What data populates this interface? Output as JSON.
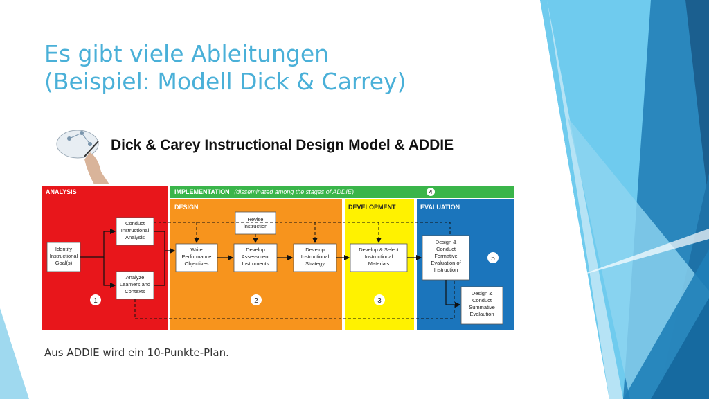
{
  "slide": {
    "title_line1": "Es gibt viele Ableitungen",
    "title_line2": "(Beispiel: Modell Dick & Carrey)",
    "caption": "Aus ADDIE wird ein 10-Punkte-Plan."
  },
  "diagram": {
    "heading": "Dick & Carey Instructional Design Model & ADDIE",
    "stages": {
      "analysis": "ANALYSIS",
      "implementation": "IMPLEMENTATION",
      "implementation_note": "(disseminated among the stages of ADDIE)",
      "design": "DESIGN",
      "development": "DEVELOPMENT",
      "evaluation": "EVALUATION"
    },
    "numbers": {
      "analysis": "1",
      "design": "2",
      "development": "3",
      "implementation": "4",
      "evaluation": "5"
    },
    "boxes": {
      "identify": [
        "Identify",
        "Instructional",
        "Goal(s)"
      ],
      "conduct": [
        "Conduct",
        "Instructional",
        "Analysis"
      ],
      "analyze": [
        "Analyze",
        "Learners and",
        "Contexts"
      ],
      "revise": [
        "Revise",
        "Instruction"
      ],
      "write": [
        "Write",
        "Performance",
        "Objectives"
      ],
      "assessment": [
        "Develop",
        "Assessment",
        "Instruments"
      ],
      "strategy": [
        "Develop",
        "Instructional",
        "Strategy"
      ],
      "materials": [
        "Develop & Select",
        "Instructional",
        "Materials"
      ],
      "formative": [
        "Design &",
        "Conduct",
        "Formative",
        "Evaluation of",
        "Instruction"
      ],
      "summative": [
        "Design &",
        "Conduct",
        "Summative",
        "Evalaution"
      ]
    },
    "colors": {
      "analysis": "#e8161b",
      "implementation": "#3ab54a",
      "design": "#f7941d",
      "development": "#fff200",
      "evaluation": "#1b75bc",
      "title_accent": "#4ab0d8"
    }
  }
}
